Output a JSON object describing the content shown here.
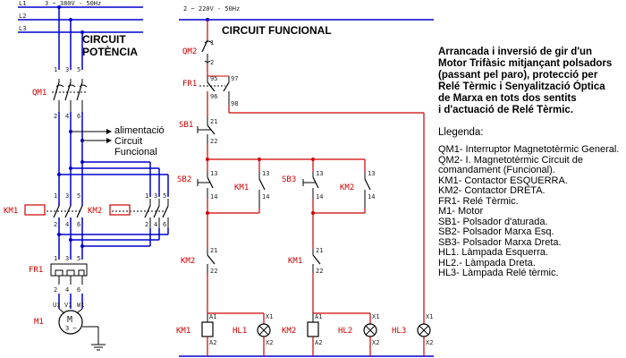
{
  "supply": {
    "power_top": "3 ~ 380V - 50Hz",
    "control_top": "2 ~ 220V - 50Hz"
  },
  "titles": {
    "power": "CIRCUIT POTÈNCIA",
    "functional": "CIRCUIT FUNCIONAL"
  },
  "annotation": {
    "lines": [
      "alimentació",
      "Circuit",
      "Funcional"
    ]
  },
  "description": {
    "title_lines": [
      "Arrancada i inversió de gir d'un",
      "Motor Trifàsic mitjançant polsadors",
      "(passant pel paro), protecció per",
      "Relé Tèrmic i Senyalització Óptica",
      "de Marxa en tots dos sentits",
      "i d'actuació de Relé Tèrmic."
    ],
    "legend_title": "Llegenda:",
    "legend_items": [
      "QM1- Interruptor Magnetotèrmic General.",
      "QM2- I. Magnetotèrmic Circuit de comandament (Funcional).",
      "KM1- Contactor ESQUERRA.",
      "KM2- Contactor DRETA.",
      "FR1- Relé Tèrmic.",
      "M1- Motor",
      "SB1- Polsador d'aturada.",
      "SB2- Polsador Marxa Esq.",
      "SB3- Polsador Marxa Dreta.",
      "HL1. Làmpada Esquerra.",
      "HL2.- Làmpada Dreta.",
      "HL3- Làmpada Relé tèrmic."
    ]
  },
  "labels": {
    "QM1": "QM1",
    "KM1": "KM1",
    "KM2": "KM2",
    "FR1": "FR1",
    "M1": "M1",
    "QM2": "QM2",
    "SB1": "SB1",
    "SB2": "SB2",
    "SB3": "SB3",
    "HL1": "HL1",
    "HL2": "HL2",
    "HL3": "HL3"
  },
  "power_terminals": {
    "L1": "L1",
    "L2": "L2",
    "L3": "L3",
    "t1": "1",
    "t2": "2",
    "t3": "3",
    "t4": "4",
    "t5": "5",
    "t6": "6",
    "U1": "U1",
    "V1": "V1",
    "W1": "W1",
    "motor_symbol": "M",
    "motor_phase": "3 ~"
  },
  "control_terminals": {
    "t1": "1",
    "t2": "2",
    "t95": "95",
    "t96": "96",
    "t97": "97",
    "t98": "98",
    "t21": "21",
    "t22": "22",
    "t13": "13",
    "t14": "14",
    "A1": "A1",
    "A2": "A2",
    "X1": "X1",
    "X2": "X2"
  },
  "colors": {
    "wire_blue": "#0000cc",
    "wire_red": "#cc0000",
    "wire_black": "#000000"
  }
}
